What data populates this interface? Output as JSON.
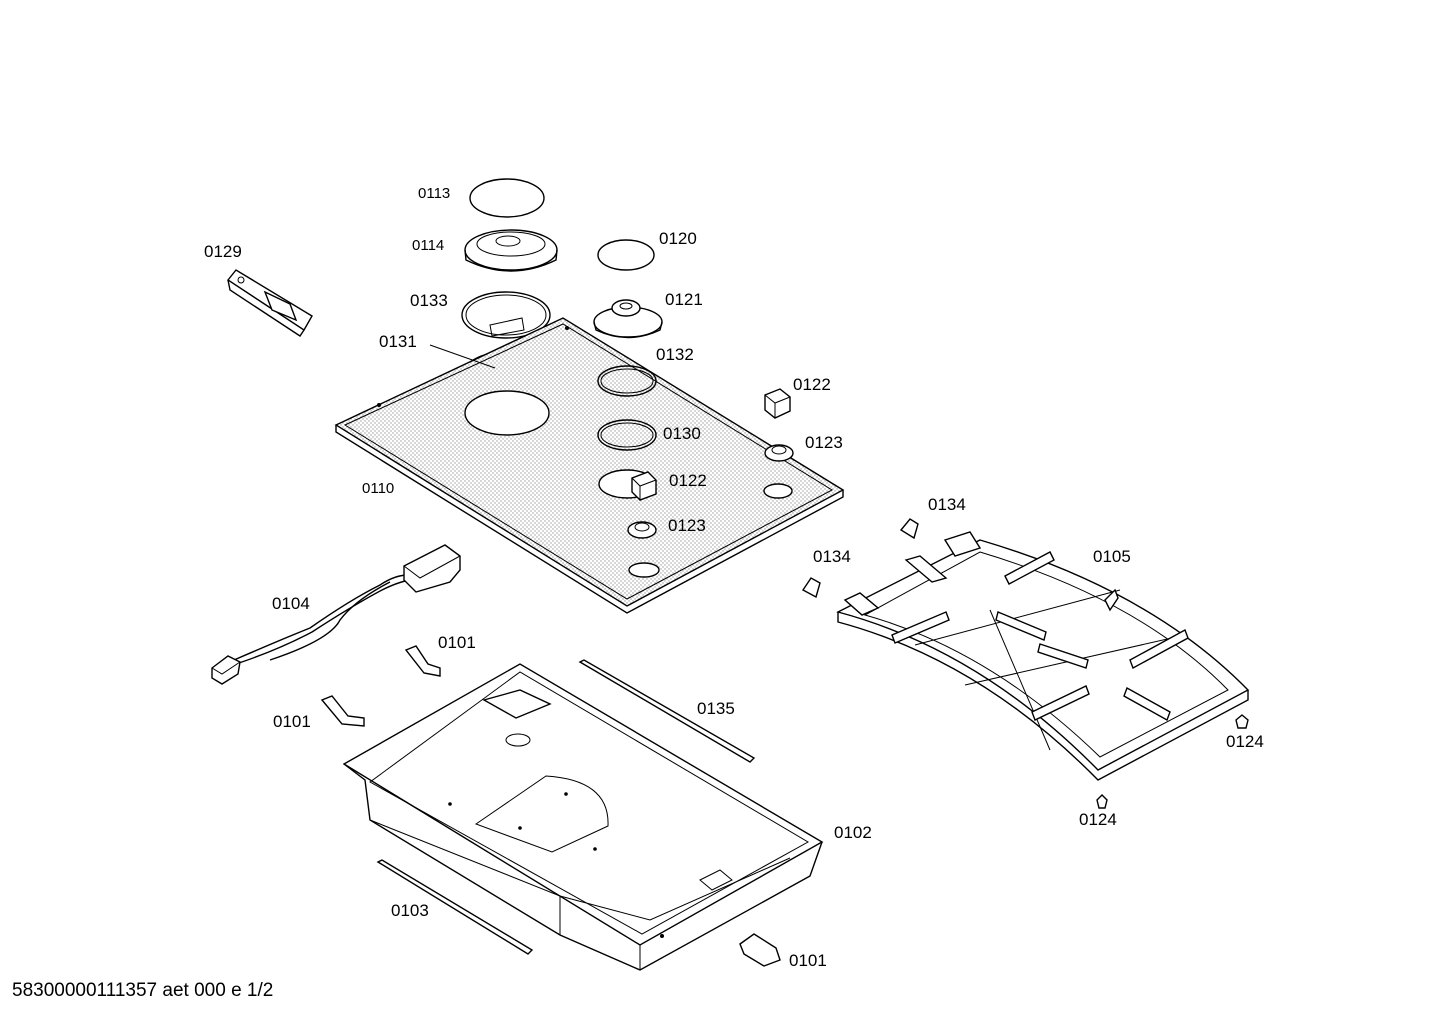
{
  "footer": "58300000111357 aet 000 e 1/2",
  "labels": {
    "l0113": "0113",
    "l0114": "0114",
    "l0120": "0120",
    "l0129": "0129",
    "l0133": "0133",
    "l0121": "0121",
    "l0131": "0131",
    "l0132": "0132",
    "l0122a": "0122",
    "l0130": "0130",
    "l0123a": "0123",
    "l0110": "0110",
    "l0122b": "0122",
    "l0123b": "0123",
    "l0134a": "0134",
    "l0134b": "0134",
    "l0105": "0105",
    "l0104": "0104",
    "l0101a": "0101",
    "l0101b": "0101",
    "l0135": "0135",
    "l0124a": "0124",
    "l0124b": "0124",
    "l0102": "0102",
    "l0103": "0103",
    "l0101c": "0101"
  }
}
